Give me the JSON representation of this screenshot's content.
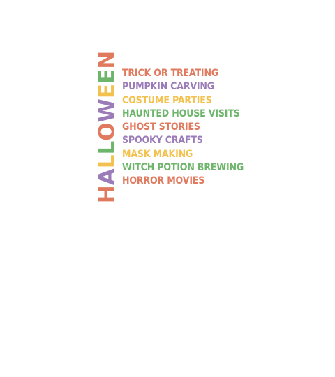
{
  "title": {
    "letters": [
      {
        "char": "H",
        "color": "#E07A5F"
      },
      {
        "char": "A",
        "color": "#9B7BB8"
      },
      {
        "char": "L",
        "color": "#F2C14E"
      },
      {
        "char": "L",
        "color": "#6DB56A"
      },
      {
        "char": "O",
        "color": "#E07A5F"
      },
      {
        "char": "W",
        "color": "#9B7BB8"
      },
      {
        "char": "E",
        "color": "#F2C14E"
      },
      {
        "char": "E",
        "color": "#6DB56A"
      },
      {
        "char": "N",
        "color": "#E07A5F"
      }
    ]
  },
  "activities": [
    {
      "label": "TRICK OR TREATING",
      "color": "#E07A5F"
    },
    {
      "label": "PUMPKIN CARVING",
      "color": "#9B7BB8"
    },
    {
      "label": "COSTUME PARTIES",
      "color": "#F2C14E"
    },
    {
      "label": "HAUNTED HOUSE VISITS",
      "color": "#6DB56A"
    },
    {
      "label": "GHOST STORIES",
      "color": "#E07A5F"
    },
    {
      "label": "SPOOKY CRAFTS",
      "color": "#9B7BB8"
    },
    {
      "label": "MASK MAKING",
      "color": "#F2C14E"
    },
    {
      "label": "WITCH POTION BREWING",
      "color": "#6DB56A"
    },
    {
      "label": "HORROR MOVIES",
      "color": "#E07A5F"
    }
  ]
}
